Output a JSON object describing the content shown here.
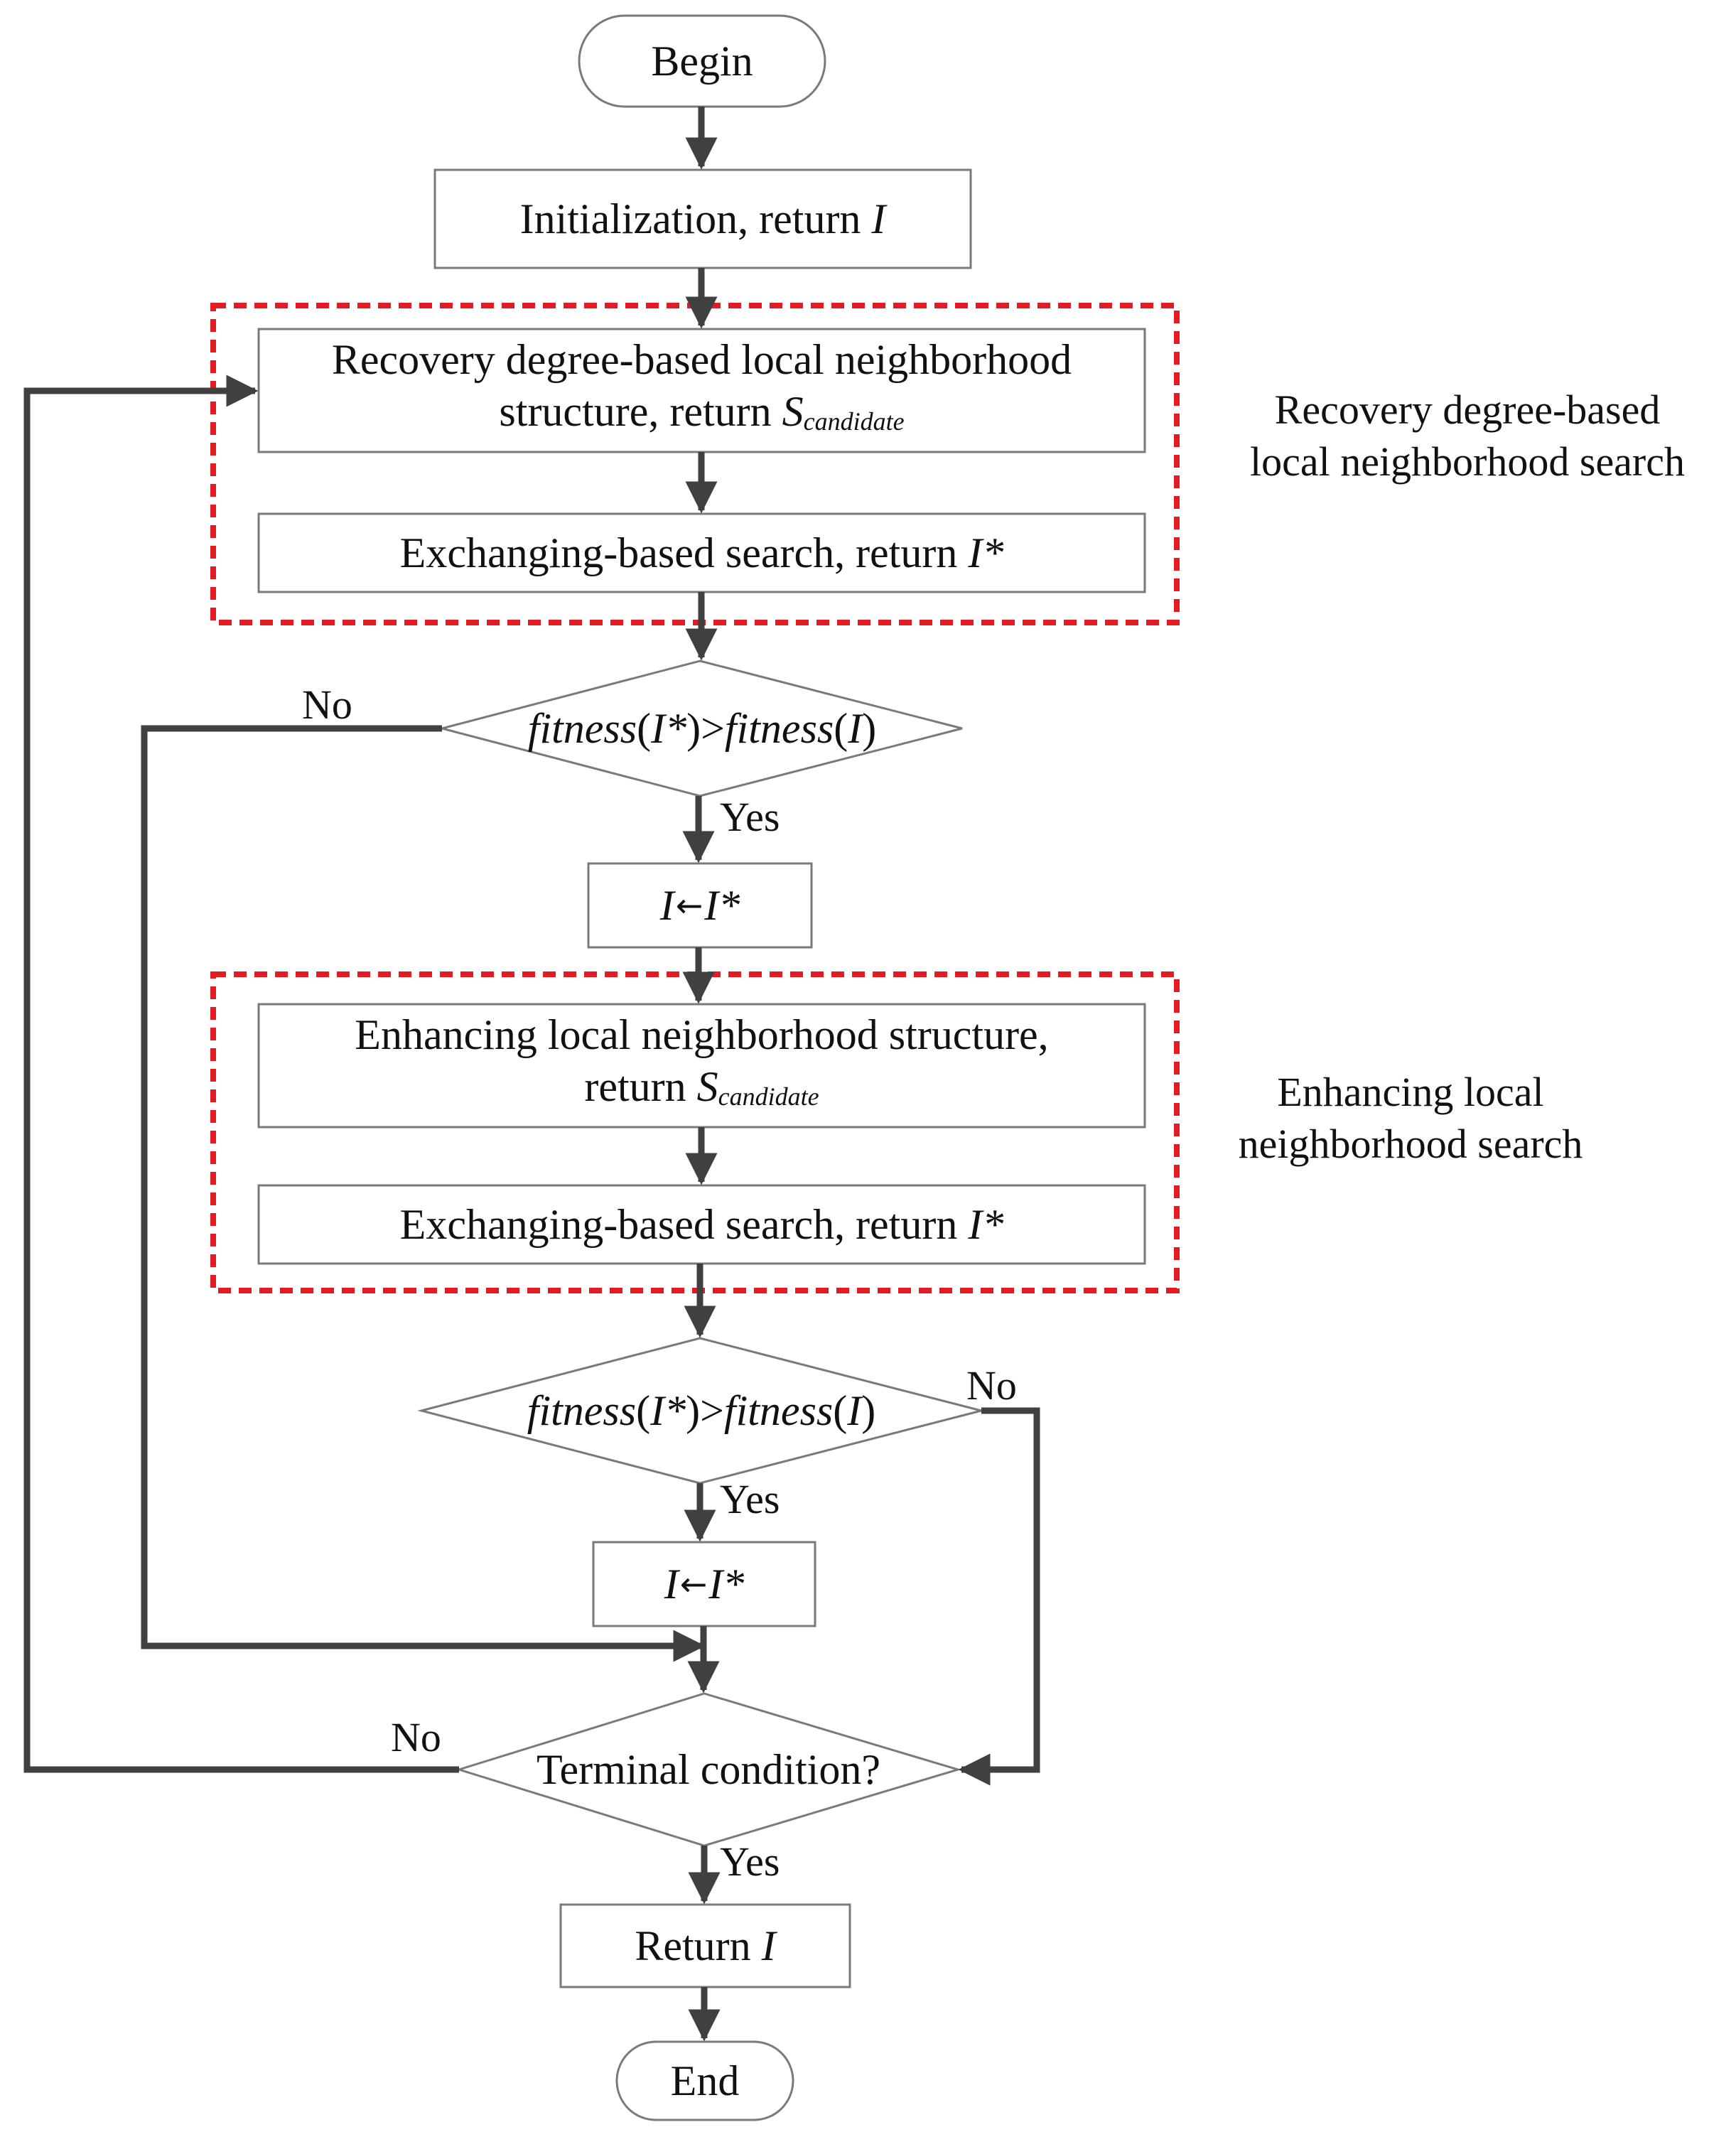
{
  "nodes": {
    "begin": {
      "label": "Begin"
    },
    "initialization": {
      "text": "Initialization, return ",
      "var": "I"
    },
    "recovery_structure": {
      "line1": "Recovery degree-based local neighborhood",
      "line2_prefix": "structure, return ",
      "var": "S",
      "subscript": "candidate"
    },
    "exchanging_search_1": {
      "text": "Exchanging-based search, return ",
      "var": "I*"
    },
    "decision_1": {
      "func1": "fitness",
      "arg1": "I*",
      "op": ">",
      "func2": "fitness",
      "arg2": "I"
    },
    "assign_1": {
      "lhs": "I",
      "arrow": "←",
      "rhs": "I*"
    },
    "enhancing_structure": {
      "line1": "Enhancing local neighborhood structure,",
      "line2_prefix": "return ",
      "var": "S",
      "subscript": "candidate"
    },
    "exchanging_search_2": {
      "text": "Exchanging-based search, return ",
      "var": "I*"
    },
    "decision_2": {
      "func1": "fitness",
      "arg1": "I*",
      "op": ">",
      "func2": "fitness",
      "arg2": "I"
    },
    "assign_2": {
      "lhs": "I",
      "arrow": "←",
      "rhs": "I*"
    },
    "terminal": {
      "label": "Terminal condition?"
    },
    "return_result": {
      "text": "Return ",
      "var": "I"
    },
    "end": {
      "label": "End"
    }
  },
  "groups": {
    "recovery_group": {
      "line1": "Recovery degree-based",
      "line2": "local neighborhood search"
    },
    "enhancing_group": {
      "line1": "Enhancing local",
      "line2": "neighborhood search"
    }
  },
  "edge_labels": {
    "decision_1_no": "No",
    "decision_1_yes": "Yes",
    "decision_2_no": "No",
    "decision_2_yes": "Yes",
    "terminal_no": "No",
    "terminal_yes": "Yes"
  },
  "colors": {
    "box_stroke": "#7a7a7a",
    "connector": "#404040",
    "group_border": "#e31b23"
  }
}
